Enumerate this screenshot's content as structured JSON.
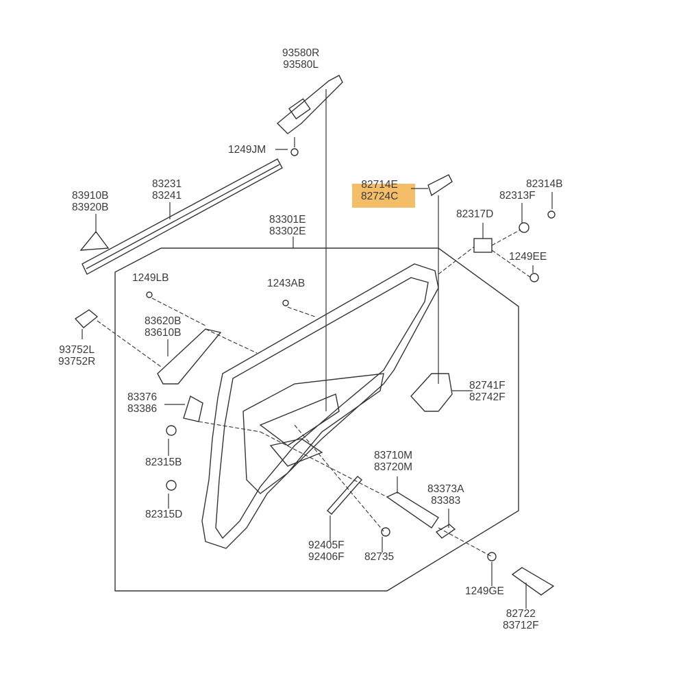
{
  "diagram": {
    "highlight_color": "#f2b24c",
    "highlighted_part": "82724C",
    "callouts": [
      {
        "id": "window-switch-bezel",
        "lines": [
          "93580R",
          "93580L"
        ]
      },
      {
        "id": "screw-1249jm",
        "lines": [
          "1249JM"
        ]
      },
      {
        "id": "weatherstrip",
        "lines": [
          "83231",
          "83241"
        ]
      },
      {
        "id": "delta-cover",
        "lines": [
          "83910B",
          "83920B"
        ]
      },
      {
        "id": "pad-82714e",
        "lines": [
          "82714E",
          "82724C"
        ]
      },
      {
        "id": "ring-82314b",
        "lines": [
          "82314B"
        ]
      },
      {
        "id": "clip-82313f",
        "lines": [
          "82313F"
        ]
      },
      {
        "id": "bracket-82317d",
        "lines": [
          "82317D"
        ]
      },
      {
        "id": "door-trim-panel",
        "lines": [
          "83301E",
          "83302E"
        ]
      },
      {
        "id": "screw-1249ee",
        "lines": [
          "1249EE"
        ]
      },
      {
        "id": "screw-1249lb",
        "lines": [
          "1249LB"
        ]
      },
      {
        "id": "screw-1243ab",
        "lines": [
          "1243AB"
        ]
      },
      {
        "id": "pull-handle",
        "lines": [
          "83620B",
          "83610B"
        ]
      },
      {
        "id": "lamp-93752",
        "lines": [
          "93752L",
          "93752R"
        ]
      },
      {
        "id": "inside-handle",
        "lines": [
          "82741F",
          "82742F"
        ]
      },
      {
        "id": "bracket-83376",
        "lines": [
          "83376",
          "83386"
        ]
      },
      {
        "id": "clip-82315b",
        "lines": [
          "82315B"
        ]
      },
      {
        "id": "armrest-83710m",
        "lines": [
          "83710M",
          "83720M"
        ]
      },
      {
        "id": "cover-83373a",
        "lines": [
          "83373A",
          "83383"
        ]
      },
      {
        "id": "clip-82315d",
        "lines": [
          "82315D"
        ]
      },
      {
        "id": "reflector-92405f",
        "lines": [
          "92405F",
          "92406F"
        ]
      },
      {
        "id": "cap-82735",
        "lines": [
          "82735"
        ]
      },
      {
        "id": "screw-1249ge",
        "lines": [
          "1249GE"
        ]
      },
      {
        "id": "pad-82722",
        "lines": [
          "82722",
          "83712F"
        ]
      }
    ]
  }
}
